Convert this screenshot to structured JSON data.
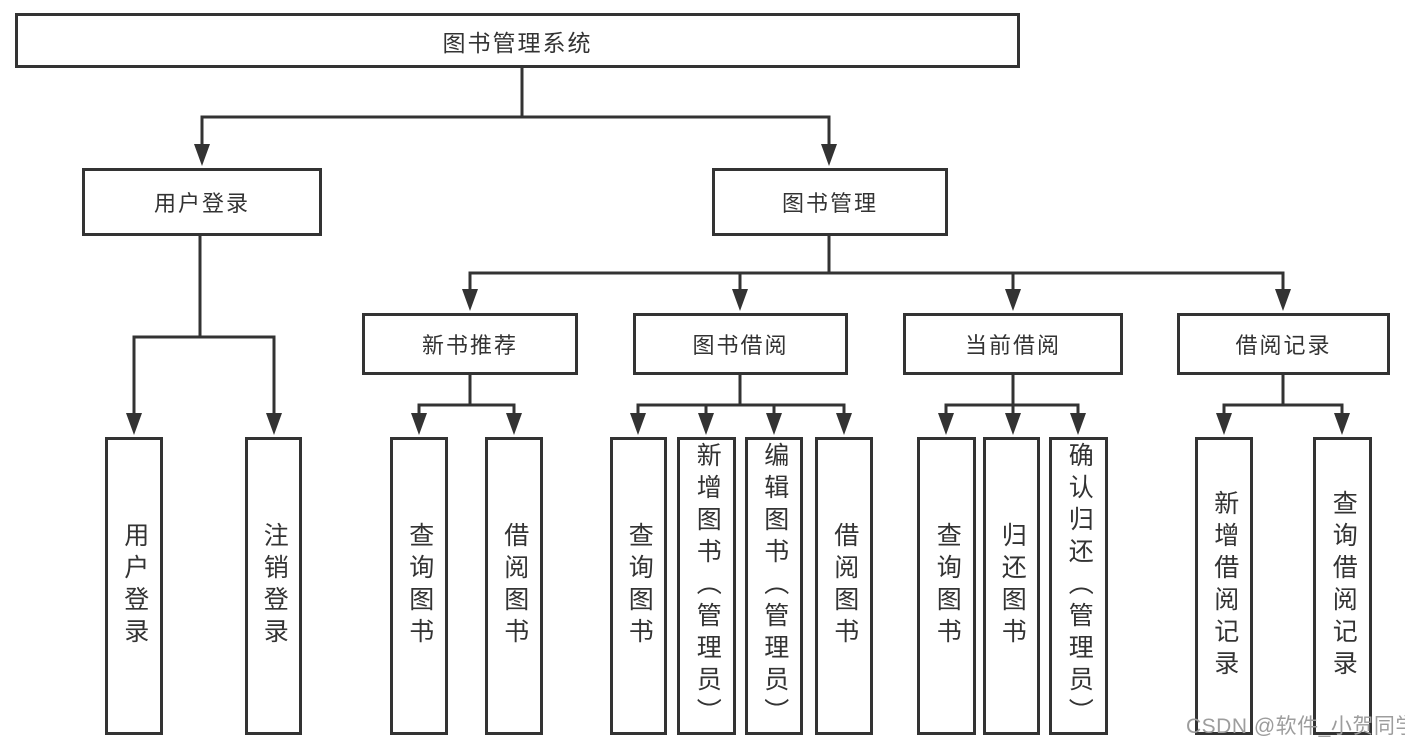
{
  "diagram": {
    "root": {
      "label": "图书管理系统"
    },
    "level2": [
      {
        "label": "用户登录"
      },
      {
        "label": "图书管理"
      }
    ],
    "level3": [
      {
        "label": "新书推荐"
      },
      {
        "label": "图书借阅"
      },
      {
        "label": "当前借阅"
      },
      {
        "label": "借阅记录"
      }
    ],
    "leaves": {
      "user_login": [
        "用户登录",
        "注销登录"
      ],
      "new_book_recommend": [
        "查询图书",
        "借阅图书"
      ],
      "book_borrow": [
        "查询图书",
        "新增图书（管理员）",
        "编辑图书（管理员）",
        "借阅图书"
      ],
      "current_borrow": [
        "查询图书",
        "归还图书",
        "确认归还（管理员）"
      ],
      "borrow_record": [
        "新增借阅记录",
        "查询借阅记录"
      ]
    },
    "watermark": "CSDN @软件_小贺同学",
    "colors": {
      "line": "#333333",
      "box_border": "#333333",
      "text": "#333333",
      "watermark_text": "#9d9d9d",
      "background": "#ffffff"
    }
  }
}
